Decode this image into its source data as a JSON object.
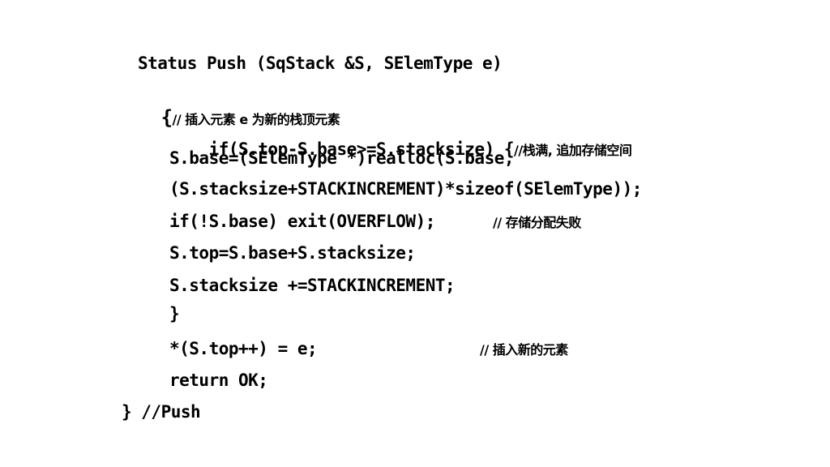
{
  "code": {
    "signature": "Status Push (SqStack &S, SElemType e)",
    "open_brace": "{",
    "open_comment": "// 插入元素 e 为新的栈顶元素",
    "if_full": "if(S.top-S.base>=S.stacksize) {",
    "if_full_comment": "//栈满, 追加存储空间",
    "realloc_1": "S.base=(SElemType *)realloc(S.base,",
    "realloc_2": "(S.stacksize+STACKINCREMENT)*sizeof(SElemType));",
    "if_base": "if(!S.base) exit(OVERFLOW);",
    "if_base_comment": "// 存储分配失败",
    "set_top": "S.top=S.base+S.stacksize;",
    "inc_size": "S.stacksize +=STACKINCREMENT;",
    "inner_close": "}",
    "push_elem": "*(S.top++) = e;",
    "push_elem_comment": "// 插入新的元素",
    "return_ok": "return OK;",
    "close_brace": "} //Push"
  }
}
